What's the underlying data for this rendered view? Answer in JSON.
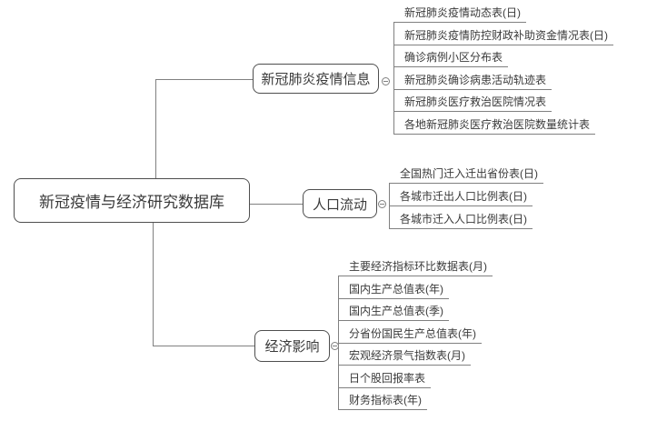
{
  "root": {
    "label": "新冠疫情与经济研究数据库"
  },
  "branches": [
    {
      "label": "新冠肺炎疫情信息",
      "children": [
        "新冠肺炎疫情动态表(日)",
        "新冠肺炎疫情防控财政补助资金情况表(日)",
        "确诊病例小区分布表",
        "新冠肺炎确诊病患活动轨迹表",
        "新冠肺炎医疗救治医院情况表",
        "各地新冠肺炎医疗救治医院数量统计表"
      ]
    },
    {
      "label": "人口流动",
      "children": [
        "全国热门迁入迁出省份表(日)",
        "各城市迁出人口比例表(日)",
        "各城市迁入人口比例表(日)"
      ]
    },
    {
      "label": "经济影响",
      "children": [
        "主要经济指标环比数据表(月)",
        "国内生产总值表(年)",
        "国内生产总值表(季)",
        "分省份国民生产总值表(年)",
        "宏观经济景气指数表(月)",
        "日个股回报率表",
        "财务指标表(年)"
      ]
    }
  ],
  "icons": {
    "collapse_toggle": "minus-circle"
  },
  "colors": {
    "box-border": "#4e4e4e",
    "line": "#808080",
    "text": "#3a3a3a",
    "bg": "#ffffff"
  }
}
